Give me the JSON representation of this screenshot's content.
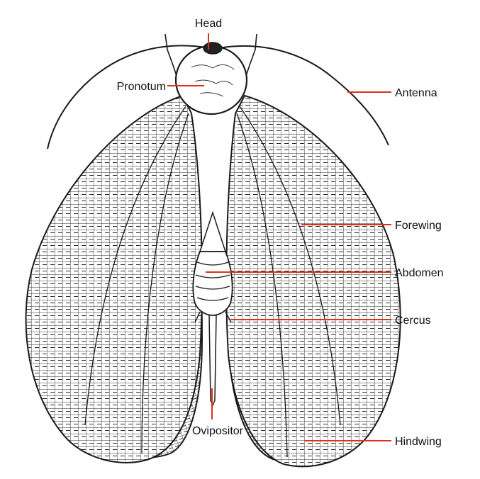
{
  "diagram": {
    "labels": {
      "head": "Head",
      "pronotum": "Pronotum",
      "antenna": "Antenna",
      "forewing": "Forewing",
      "abdomen": "Abdomen",
      "cercus": "Cercus",
      "ovipositor": "Ovipositor",
      "hindwing": "Hindwing"
    },
    "colors": {
      "leader_line": "#e0301e",
      "ink": "#1a1a1a",
      "background": "#ffffff"
    }
  }
}
